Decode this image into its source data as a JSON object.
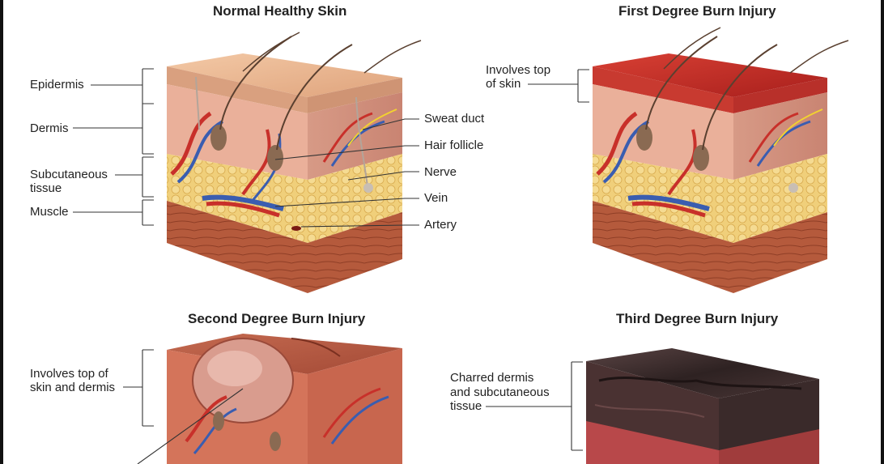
{
  "panels": {
    "normal": {
      "title": "Normal Healthy Skin",
      "left_labels": {
        "epidermis": "Epidermis",
        "dermis": "Dermis",
        "subcutaneous_1": "Subcutaneous",
        "subcutaneous_2": "tissue",
        "muscle": "Muscle"
      },
      "right_labels": {
        "sweat_duct": "Sweat duct",
        "hair_follicle": "Hair follicle",
        "nerve": "Nerve",
        "vein": "Vein",
        "artery": "Artery"
      }
    },
    "first": {
      "title": "First Degree Burn Injury",
      "note_1": "Involves top",
      "note_2": "of skin"
    },
    "second": {
      "title": "Second Degree Burn Injury",
      "note_1": "Involves top of",
      "note_2": "skin and dermis"
    },
    "third": {
      "title": "Third Degree Burn Injury",
      "note_1": "Charred dermis",
      "note_2": "and subcutaneous",
      "note_3": "tissue"
    }
  },
  "colors": {
    "epidermis": "#e8b48c",
    "dermis": "#eab09a",
    "fat": "#f0cf7a",
    "muscle": "#b55a3c",
    "burn_red": "#c8302a",
    "char": "#3a2a2a",
    "artery": "#c8302a",
    "vein": "#3a5db0",
    "nerve": "#f2d230"
  }
}
